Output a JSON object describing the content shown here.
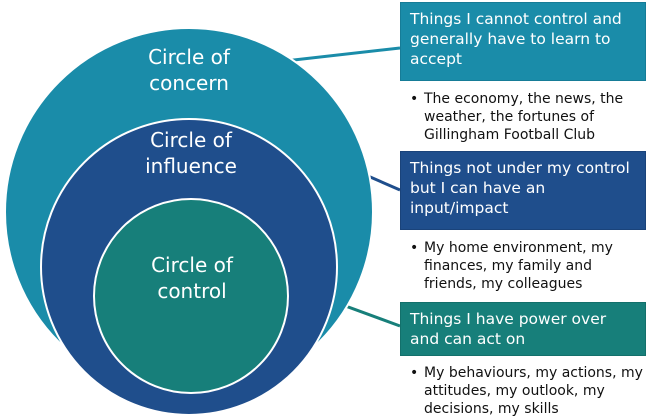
{
  "circles": {
    "concern": {
      "line1": "Circle of",
      "line2": "concern",
      "color": "#1a8ca9"
    },
    "influence": {
      "line1": "Circle of",
      "line2": "influence",
      "color": "#1f4e8c"
    },
    "control": {
      "line1": "Circle of",
      "line2": "control",
      "color": "#177f7a"
    }
  },
  "boxes": {
    "concern": {
      "text": "Things I cannot control and generally have to learn to accept",
      "bullet": "The economy, the news, the weather, the fortunes of Gillingham Football Club"
    },
    "influence": {
      "text": "Things not under my control but I can have an input/impact",
      "bullet": "My home environment, my finances, my family and friends, my colleagues"
    },
    "control": {
      "text": "Things I have power over and can act on",
      "bullet": "My behaviours, my actions, my attitudes, my outlook, my decisions, my skills"
    }
  },
  "colors": {
    "ring_stroke": "#ffffff",
    "bullet_text": "#111111"
  }
}
